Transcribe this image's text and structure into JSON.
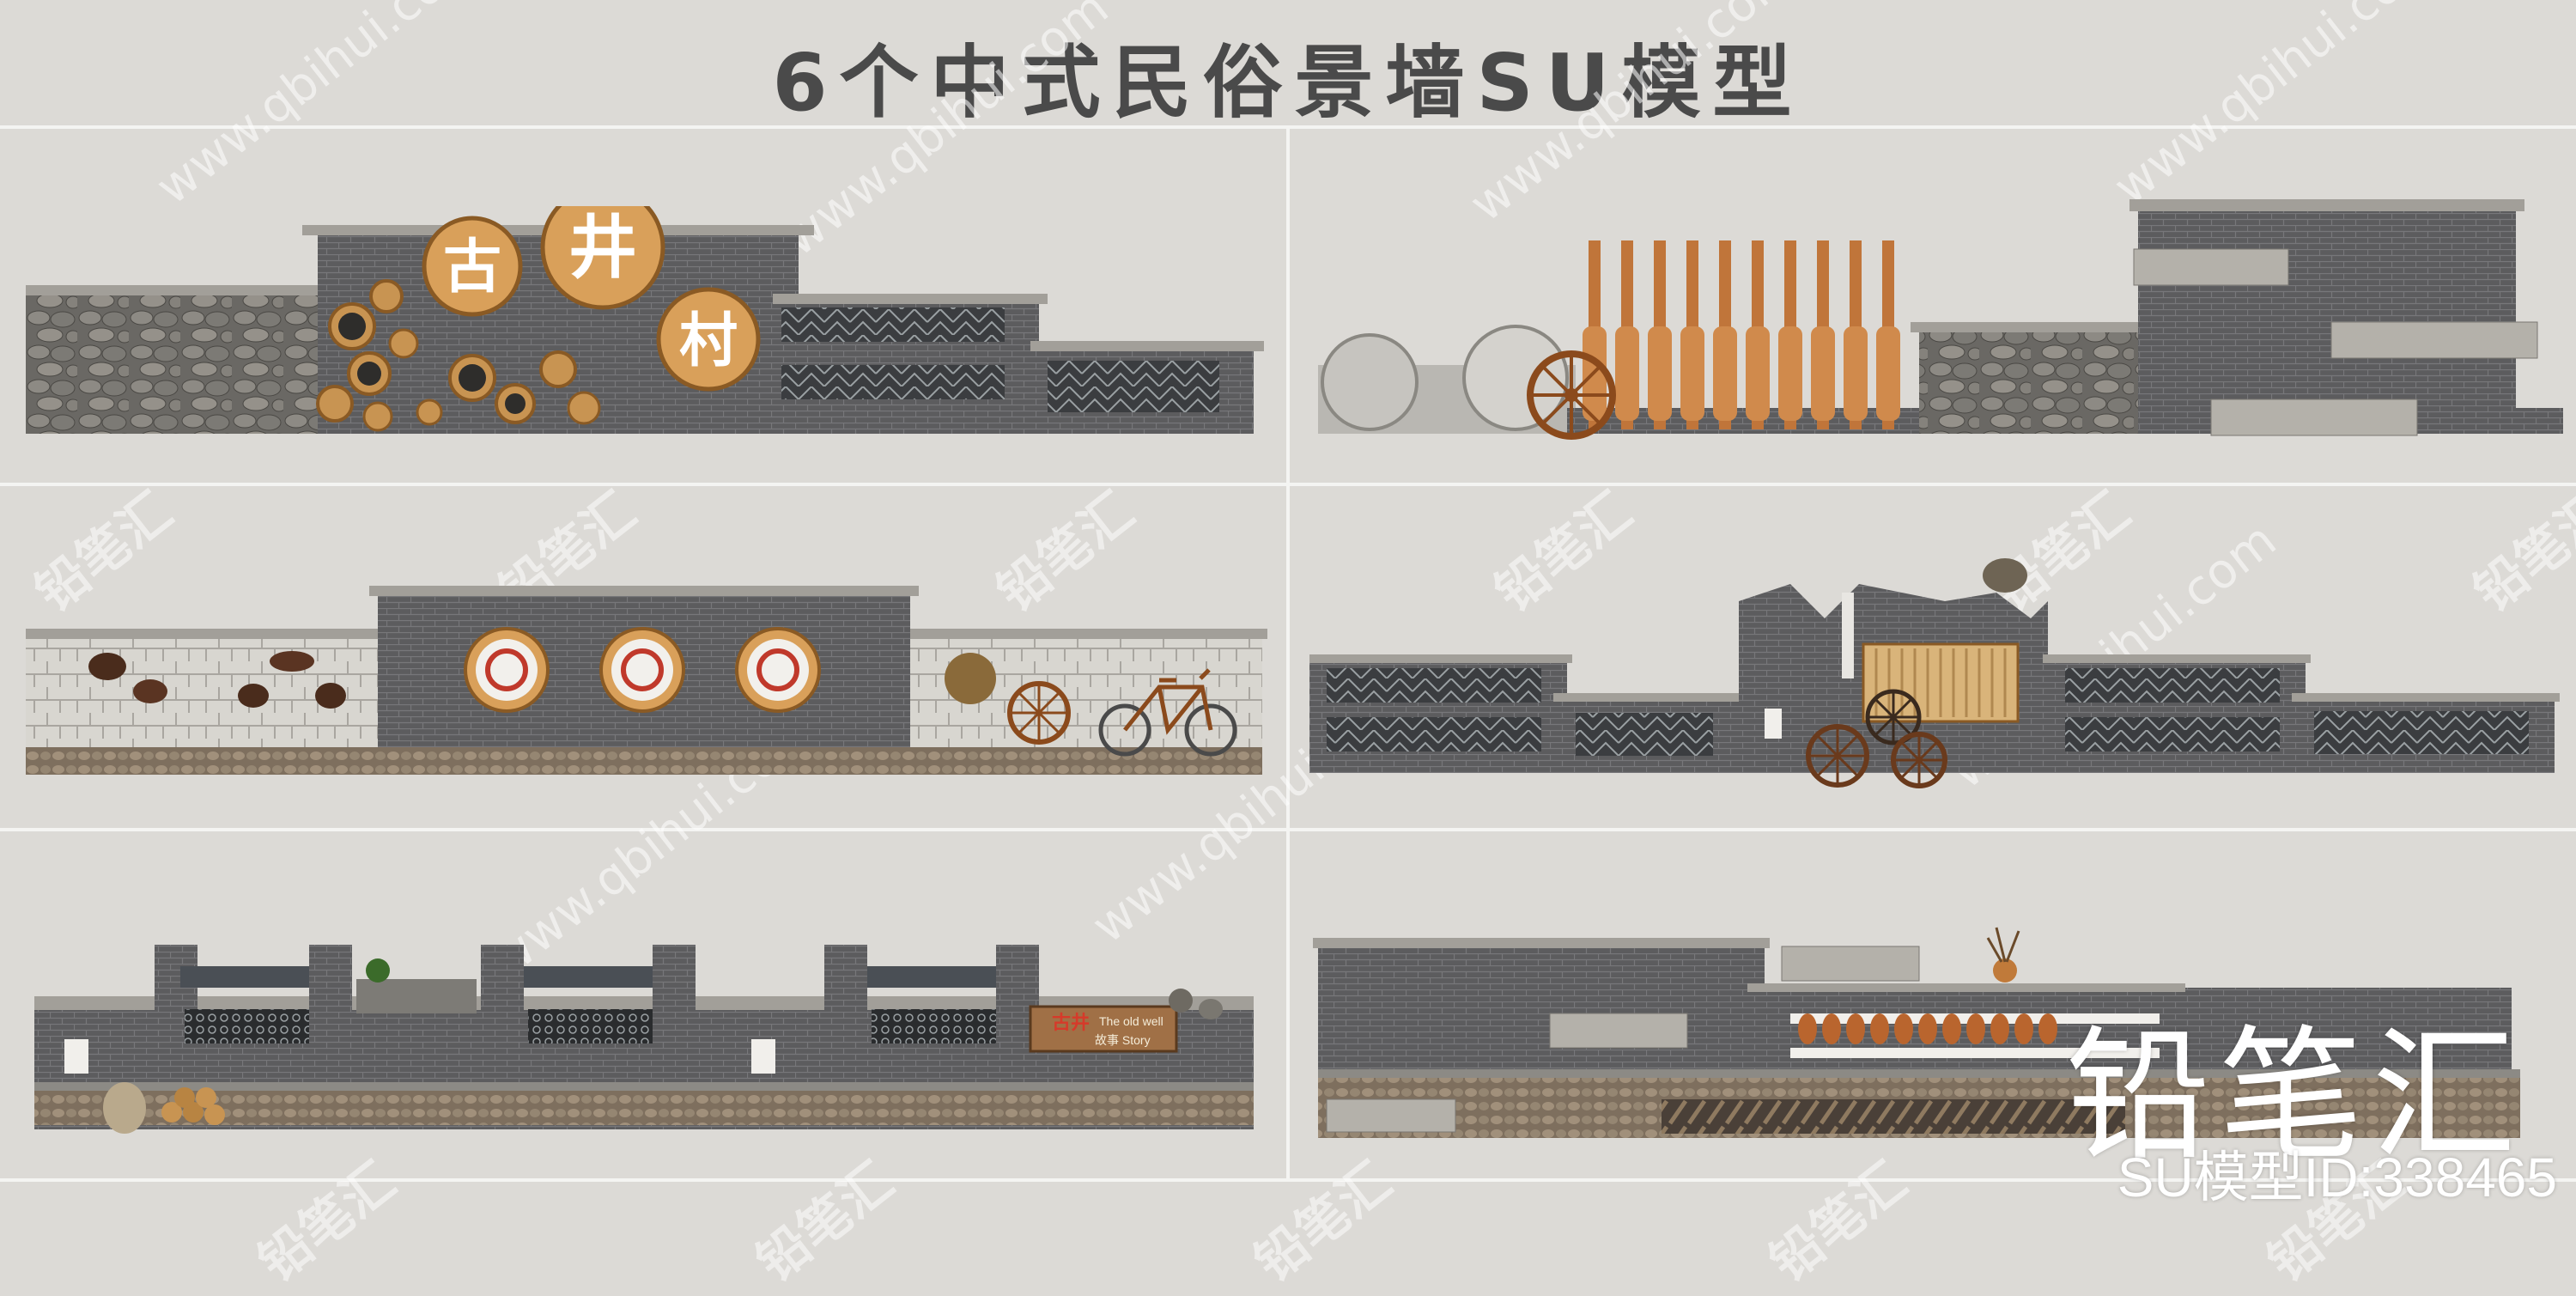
{
  "title": "6个中式民俗景墙SU模型",
  "panels": [
    {
      "sign_chars": [
        "古",
        "井",
        "村"
      ]
    },
    {},
    {},
    {},
    {
      "sign_title": "古井",
      "sign_sub": "The old well",
      "sign_story": "故事 Story"
    },
    {}
  ],
  "watermarks": {
    "url": "www.qbihui.com",
    "cn": "铅笔汇"
  },
  "brand": {
    "name": "铅笔汇",
    "model_id": "SU模型ID:338465"
  },
  "colors": {
    "background": "#dcdad6",
    "brick": "#5a5a5c",
    "coping": "#9a9894",
    "wood": "#b8793a"
  }
}
